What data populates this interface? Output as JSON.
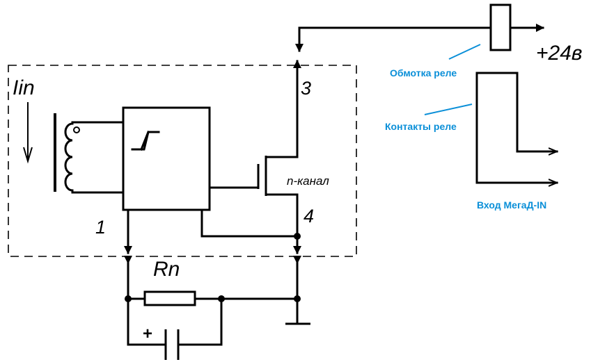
{
  "labels": {
    "current": "Iin",
    "pin1": "1",
    "pin3": "3",
    "pin4": "4",
    "channel": "n-канал",
    "resistor": "Rn",
    "supply": "+24в",
    "cap_plus": "+"
  },
  "annotations": {
    "relay_coil": "Обмотка реле",
    "relay_contacts": "Контакты реле",
    "megad_input": "Вход МегаД-IN"
  },
  "colors": {
    "annotation": "#0a8fd8",
    "wire": "#000000"
  }
}
